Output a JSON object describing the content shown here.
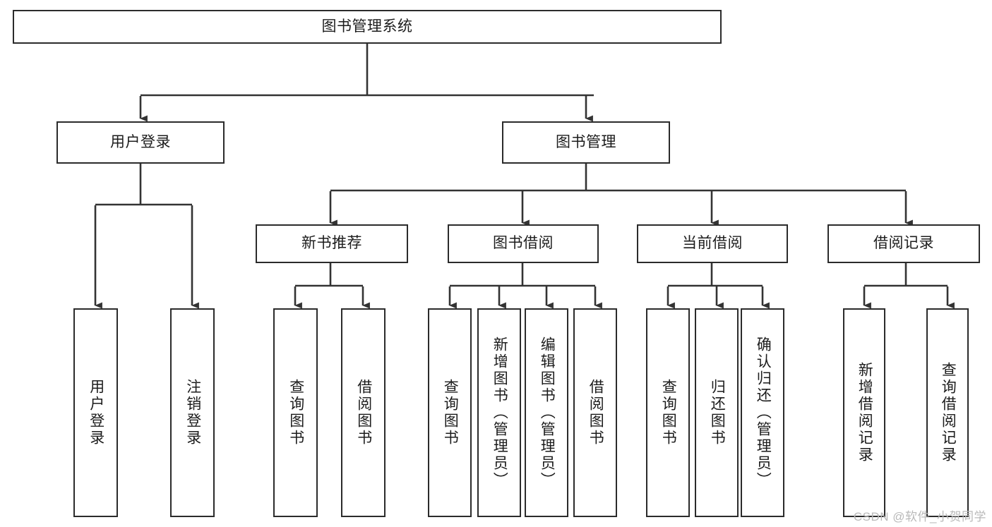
{
  "diagram": {
    "title": "图书管理系统",
    "watermark": "CSDN @软件_小贺同学",
    "root": {
      "id": "root",
      "label": "图书管理系统"
    },
    "level2": [
      {
        "id": "user-login",
        "label": "用户登录"
      },
      {
        "id": "book-manage",
        "label": "图书管理"
      }
    ],
    "level3": [
      {
        "id": "new-book-recommend",
        "label": "新书推荐"
      },
      {
        "id": "book-borrow",
        "label": "图书借阅"
      },
      {
        "id": "current-borrow",
        "label": "当前借阅"
      },
      {
        "id": "borrow-record",
        "label": "借阅记录"
      }
    ],
    "leaves": {
      "user_login": [
        {
          "id": "leaf-user-login",
          "label": "用户登录"
        },
        {
          "id": "leaf-logout-login",
          "label": "注销登录"
        }
      ],
      "new_book_recommend": [
        {
          "id": "leaf-query-book-1",
          "label": "查询图书"
        },
        {
          "id": "leaf-borrow-book-1",
          "label": "借阅图书"
        }
      ],
      "book_borrow": [
        {
          "id": "leaf-query-book-2",
          "label": "查询图书"
        },
        {
          "id": "leaf-add-book",
          "label": "新增图书（管理员）"
        },
        {
          "id": "leaf-edit-book",
          "label": "编辑图书（管理员）"
        },
        {
          "id": "leaf-borrow-book-2",
          "label": "借阅图书"
        }
      ],
      "current_borrow": [
        {
          "id": "leaf-query-book-3",
          "label": "查询图书"
        },
        {
          "id": "leaf-return-book",
          "label": "归还图书"
        },
        {
          "id": "leaf-confirm-return",
          "label": "确认归还（管理员）"
        }
      ],
      "borrow_record": [
        {
          "id": "leaf-add-record",
          "label": "新增借阅记录"
        },
        {
          "id": "leaf-query-record",
          "label": "查询借阅记录"
        }
      ]
    },
    "colors": {
      "border": "#2b2b2b",
      "text": "#1c1c1c",
      "background": "#ffffff",
      "connector": "#333333",
      "watermark": "#b9b9b9"
    }
  }
}
